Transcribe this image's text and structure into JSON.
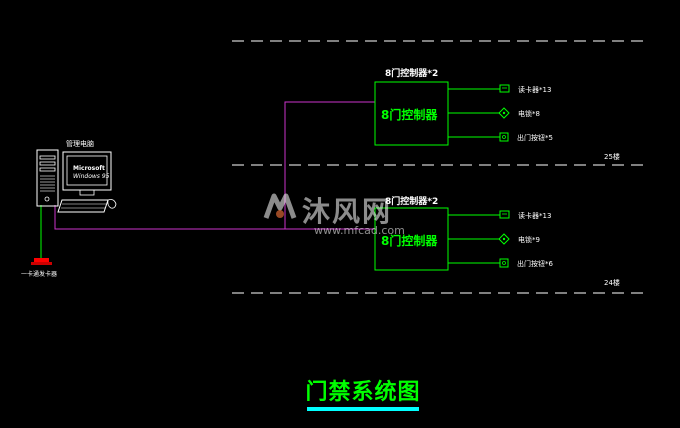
{
  "title": "门禁系统图",
  "computer": {
    "label": "管理电脑",
    "screen_text_1": "Microsoft",
    "screen_text_2": "Windows 95"
  },
  "card_issuer": {
    "label": "一卡通发卡器"
  },
  "controllers": [
    {
      "header": "8门控制器*2",
      "box_label": "8门控制器",
      "floor": "25楼",
      "devices": [
        {
          "icon": "card-reader-icon",
          "label": "读卡器*13"
        },
        {
          "icon": "electric-lock-icon",
          "label": "电锁*8"
        },
        {
          "icon": "exit-button-icon",
          "label": "出门按钮*5"
        }
      ]
    },
    {
      "header": "8门控制器*2",
      "box_label": "8门控制器",
      "floor": "24楼",
      "devices": [
        {
          "icon": "card-reader-icon",
          "label": "读卡器*13"
        },
        {
          "icon": "electric-lock-icon",
          "label": "电锁*9"
        },
        {
          "icon": "exit-button-icon",
          "label": "出门按钮*6"
        }
      ]
    }
  ],
  "watermark": {
    "main": "沐风网",
    "url": "www.mfcad.com"
  },
  "colors": {
    "background": "#000000",
    "device": "#00ff00",
    "bus": "#cc33cc",
    "text": "#ffffff",
    "title_bar": "#00ffff"
  }
}
